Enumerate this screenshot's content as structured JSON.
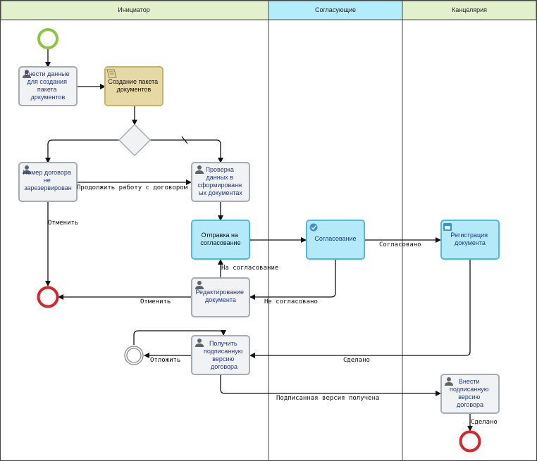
{
  "lanes": [
    {
      "title": "Инициатор"
    },
    {
      "title": "Согласующие"
    },
    {
      "title": "Канцелярия"
    }
  ],
  "tasks": [
    {
      "lines": [
        "Внести данные",
        "для создания",
        "пакета",
        "документов"
      ]
    },
    {
      "lines": [
        "Создание пакета",
        "документов"
      ]
    },
    {
      "lines": [
        "Номер договора",
        "не",
        "зарезервирован"
      ]
    },
    {
      "lines": [
        "Проверка",
        "данных в",
        "сформированн",
        "ых документах"
      ]
    },
    {
      "lines": [
        "Отправка на",
        "согласование"
      ]
    },
    {
      "lines": [
        "Согласование"
      ]
    },
    {
      "lines": [
        "Регистрация",
        "документа"
      ]
    },
    {
      "lines": [
        "Редактирование",
        "документа"
      ]
    },
    {
      "lines": [
        "Получить",
        "подписанную",
        "версию",
        "договора"
      ]
    },
    {
      "lines": [
        "Внести",
        "подписанную",
        "версию",
        "договора"
      ]
    }
  ],
  "flow_labels": {
    "continue": "Продолжить работу с договором",
    "cancel1": "Отменить",
    "cancel2": "Отменить",
    "to_approval": "На согласование",
    "not_approved": "Не согласовано",
    "approved": "Согласовано",
    "done1": "Сделано",
    "postpone": "Отложить",
    "signed_received": "Подписанная версия получена",
    "done2": "Сделано"
  },
  "colors": {
    "lane_header_initiator": "#e2f0cb",
    "lane_header_approvers": "#b3ecfa",
    "lane_header_office": "#e2f0cb",
    "task_fill": "#f1f2f4",
    "task_stroke": "#a6acb4",
    "active_fill": "#b3e9f8",
    "active_stroke": "#4bbde0",
    "script_fill": "#e6d9a6",
    "script_stroke": "#c7b36b",
    "start_event": "#8cc63f",
    "end_event": "#d7262a",
    "text_blue": "#1f3a8a"
  },
  "icons": [
    "user-icon",
    "script-icon",
    "approval-check-icon",
    "calendar-icon"
  ]
}
